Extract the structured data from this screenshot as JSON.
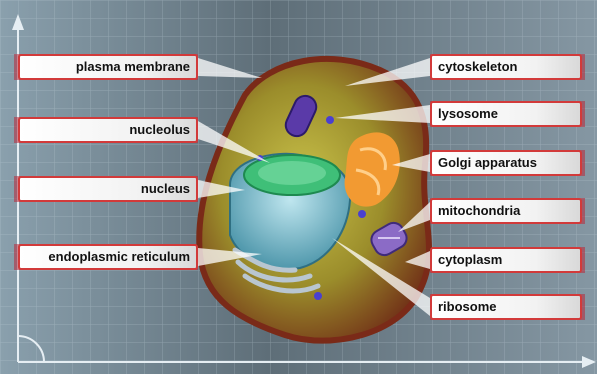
{
  "labels_left": [
    "plasma membrane",
    "nucleolus",
    "nucleus",
    "endoplasmic reticulum"
  ],
  "labels_right": [
    "cytoskeleton",
    "lysosome",
    "Golgi apparatus",
    "mitochondria",
    "cytoplasm",
    "ribosome"
  ],
  "colors": {
    "background": "#6f7f8a",
    "grid": "#c9d6e0",
    "label_border": "#d23a3a",
    "cell_body": "#9a8a2a",
    "cell_edge": "#7a2a18",
    "nucleus": "#6fb7c8",
    "nucleolus": "#3fbf78",
    "golgi": "#f29a32",
    "lysosome": "#5a3aa8"
  }
}
